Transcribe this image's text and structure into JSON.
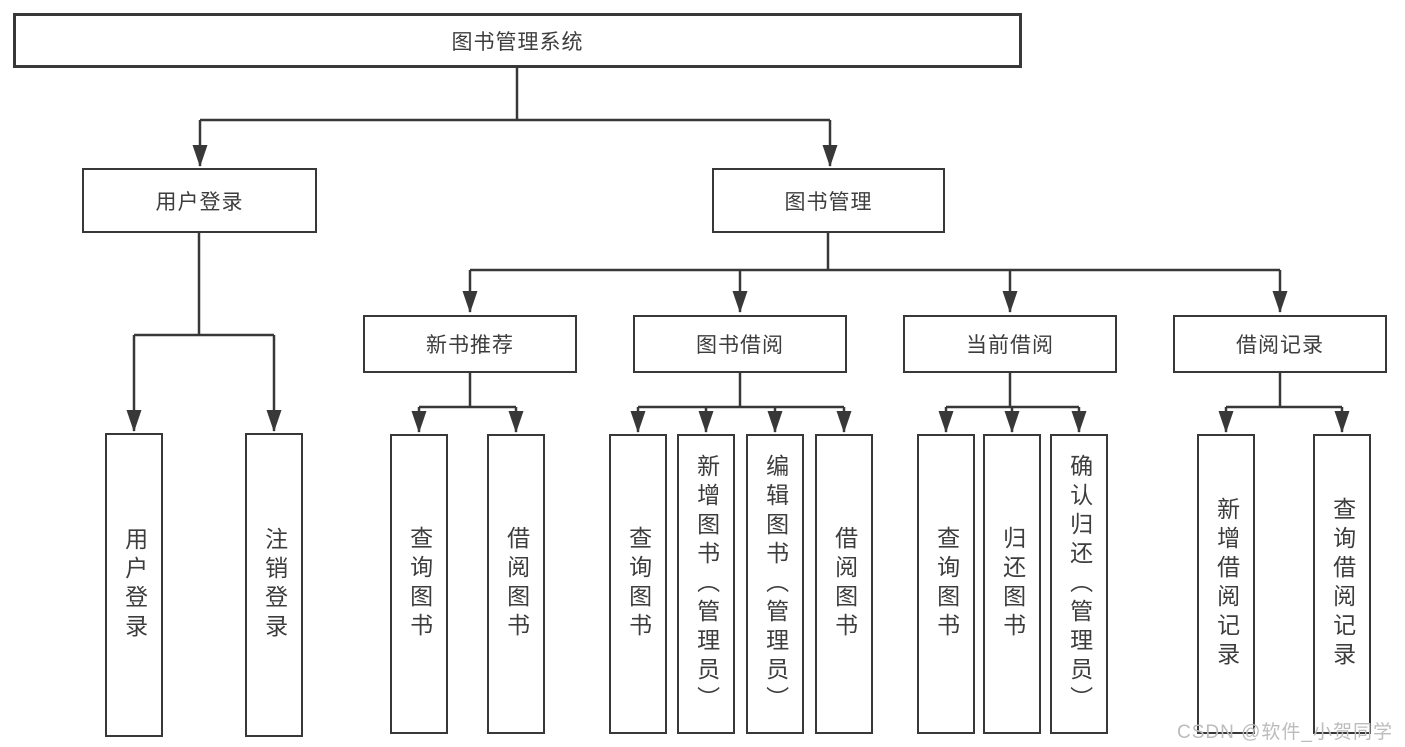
{
  "tree": {
    "root": {
      "label": "图书管理系统",
      "children": [
        {
          "label": "用户登录",
          "children": [
            {
              "label": "用户登录"
            },
            {
              "label": "注销登录"
            }
          ]
        },
        {
          "label": "图书管理",
          "children": [
            {
              "label": "新书推荐",
              "children": [
                {
                  "label": "查询图书"
                },
                {
                  "label": "借阅图书"
                }
              ]
            },
            {
              "label": "图书借阅",
              "children": [
                {
                  "label": "查询图书"
                },
                {
                  "label": "新增图书（管理员）"
                },
                {
                  "label": "编辑图书（管理员）"
                },
                {
                  "label": "借阅图书"
                }
              ]
            },
            {
              "label": "当前借阅",
              "children": [
                {
                  "label": "查询图书"
                },
                {
                  "label": "归还图书"
                },
                {
                  "label": "确认归还（管理员）"
                }
              ]
            },
            {
              "label": "借阅记录",
              "children": [
                {
                  "label": "新增借阅记录"
                },
                {
                  "label": "查询借阅记录"
                }
              ]
            }
          ]
        }
      ]
    }
  },
  "watermark": "CSDN @软件_小贺同学",
  "colors": {
    "line": "#383838",
    "text": "#3d3d3d",
    "watermark": "#bcbcbc",
    "background": "#ffffff"
  }
}
